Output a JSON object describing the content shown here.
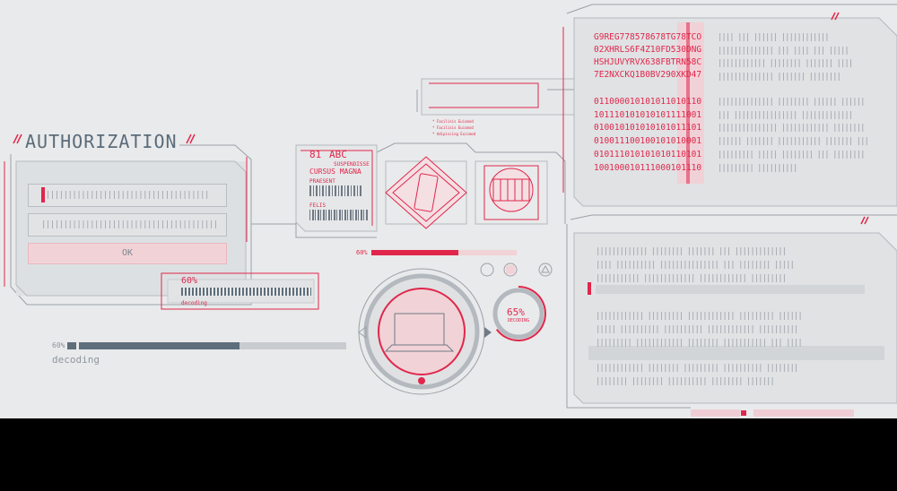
{
  "auth": {
    "title": "AUTHORIZATION",
    "username_value": "||||||||||||||||||||||||||||||||||||||",
    "password_value": "||||||||||||||||||||||||||||||||||||||||",
    "ok_label": "OK"
  },
  "decoding_small": {
    "percent": "60%",
    "label": "decoding",
    "progress": 0.6
  },
  "decoding_main": {
    "percent": "60%",
    "label": "decoding",
    "progress": 0.6
  },
  "card": {
    "number": "81",
    "abc": "ABC",
    "line1": "SUSPENDISSE",
    "line2": "CURSUS MAGNA",
    "line3": "PRAESENT",
    "line4": "FELIS"
  },
  "scanner": {
    "percent": "60%",
    "progress": 0.6
  },
  "dial": {
    "percent": "65%",
    "label": "DECODING",
    "progress": 0.65
  },
  "codes": [
    "G9REG778578678TG78TCO",
    "02XHRLS6F4Z10FD530DNG",
    "HSHJUVYRVX638FBTRN58C",
    "7E2NXCKQ1B0BV290XKD47"
  ],
  "binary": [
    "011000010101011010110",
    "101110101010101111001",
    "010010101010101011101",
    "010011100100101010001",
    "010111010101010110101",
    "100100010111000101110"
  ],
  "code_bars": [
    "|||| ||| |||||| ||||||||||||",
    "|||||||||||||| ||| |||| ||| |||||",
    "|||||||||||| |||||||| ||||||| ||||",
    "|||||||||||||| ||||||| ||||||||"
  ],
  "binary_bars": [
    "|||||||||||||| |||||||| |||||| ||||||",
    "||| |||||||||||||||| |||||||||||||",
    "||||||||||||||| |||||||||||| ||||||||",
    "|||||| ||||||| ||||||||||| ||||||| |||",
    "||||||||| ||||| |||||||| ||| ||||||||",
    "||||||||| ||||||||||"
  ],
  "text_block": [
    "||||||||||||| |||||||| ||||||| ||| |||||||||||||",
    "|||| |||||||||| ||||||||||||||| ||| |||||||| |||||",
    "||||||||||| ||||||||||||| |||||||||||| |||||||||"
  ],
  "text_block2": [
    "|||||||||||| ||||||||| |||||||||||| ||||||||| ||||||",
    "||||| |||||||||| |||||||||| |||||||||||| ||||||||||",
    "||||||||| |||||||||||| |||||||| ||||||||||| ||| ||||"
  ],
  "text_block3": [
    "|||||||||||| |||||||| ||||||||| |||||||||| ||||||||",
    "|||||||| |||||||| |||||||||| |||||||| |||||||"
  ],
  "mini_panel": [
    "* Facilisis Euismod",
    "* Facilisis Euismod",
    "* Adipiscing Euismod"
  ],
  "colors": {
    "accent": "#e0274b",
    "line": "#7d8791",
    "fill": "#dfe1e3",
    "pink": "#f1d3d7"
  }
}
